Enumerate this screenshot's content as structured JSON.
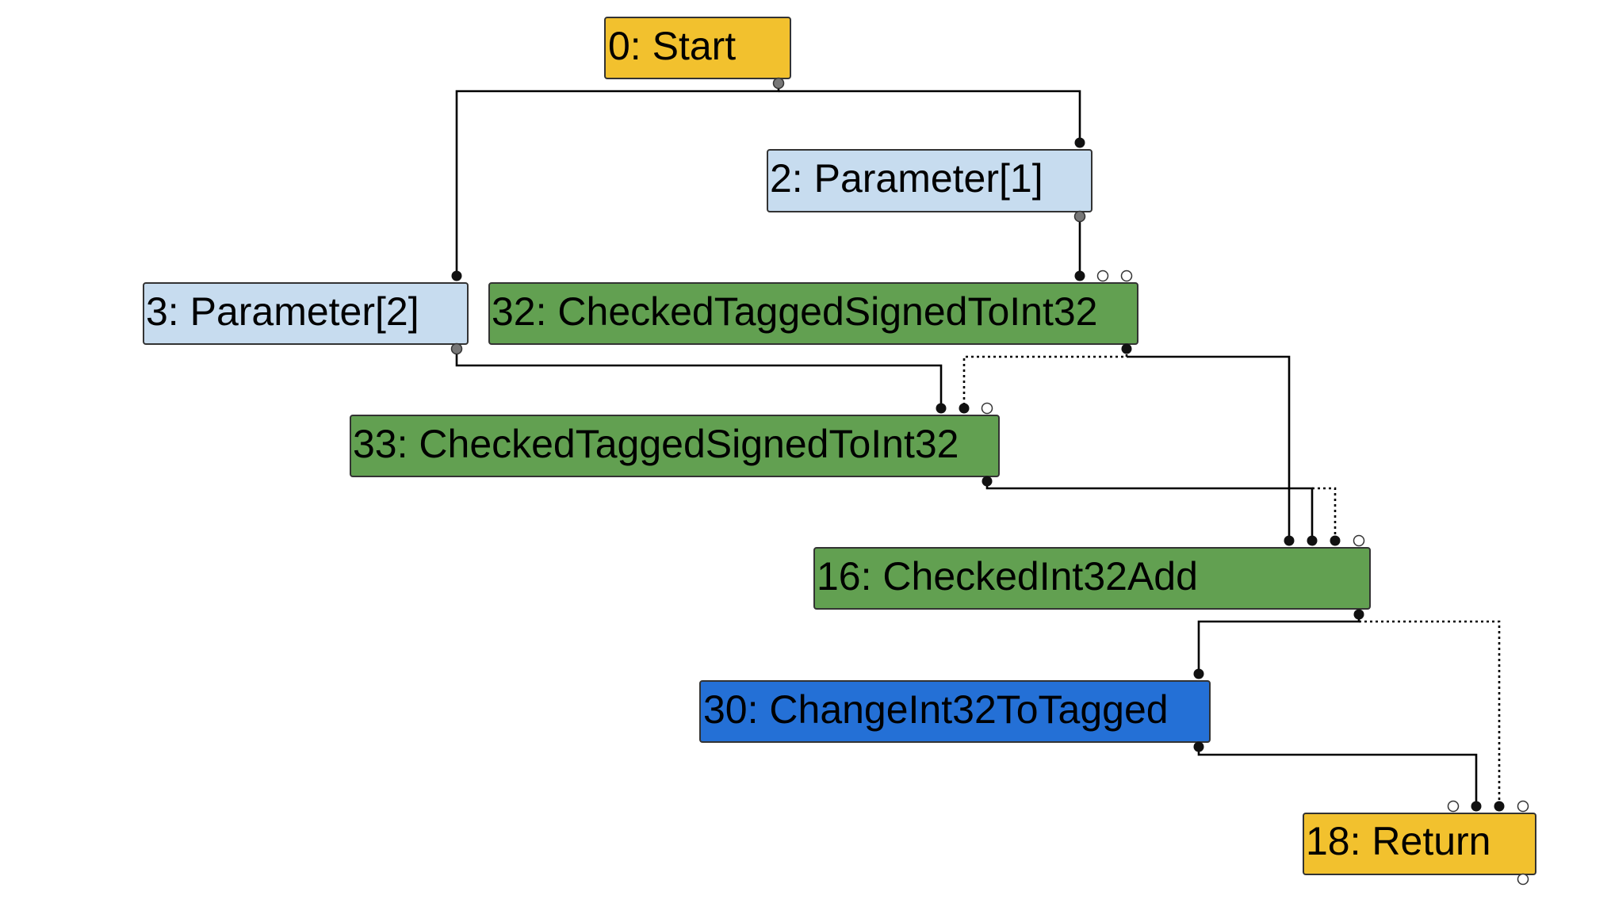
{
  "graph": {
    "nodes": [
      {
        "id": "n0",
        "label": "0: Start",
        "color": "#f2c12e"
      },
      {
        "id": "n2",
        "label": "2: Parameter[1]",
        "color": "#c7dcef"
      },
      {
        "id": "n3",
        "label": "3: Parameter[2]",
        "color": "#c7dcef"
      },
      {
        "id": "n32",
        "label": "32: CheckedTaggedSignedToInt32",
        "color": "#62a051"
      },
      {
        "id": "n33",
        "label": "33: CheckedTaggedSignedToInt32",
        "color": "#62a051"
      },
      {
        "id": "n16",
        "label": "16: CheckedInt32Add",
        "color": "#62a051"
      },
      {
        "id": "n30",
        "label": "30: ChangeInt32ToTagged",
        "color": "#2470d6"
      },
      {
        "id": "n18",
        "label": "18: Return",
        "color": "#f2c12e"
      }
    ],
    "edges": [
      {
        "from": "n0",
        "to": "n2",
        "style": "solid"
      },
      {
        "from": "n0",
        "to": "n3",
        "style": "solid"
      },
      {
        "from": "n2",
        "to": "n32",
        "style": "solid"
      },
      {
        "from": "n3",
        "to": "n33",
        "style": "solid"
      },
      {
        "from": "n32",
        "to": "n33",
        "style": "dotted"
      },
      {
        "from": "n32",
        "to": "n16",
        "style": "solid"
      },
      {
        "from": "n33",
        "to": "n16",
        "style": "solid"
      },
      {
        "from": "n33",
        "to": "n16",
        "style": "dotted"
      },
      {
        "from": "n16",
        "to": "n30",
        "style": "solid"
      },
      {
        "from": "n16",
        "to": "n18",
        "style": "dotted"
      },
      {
        "from": "n30",
        "to": "n18",
        "style": "solid"
      }
    ]
  }
}
